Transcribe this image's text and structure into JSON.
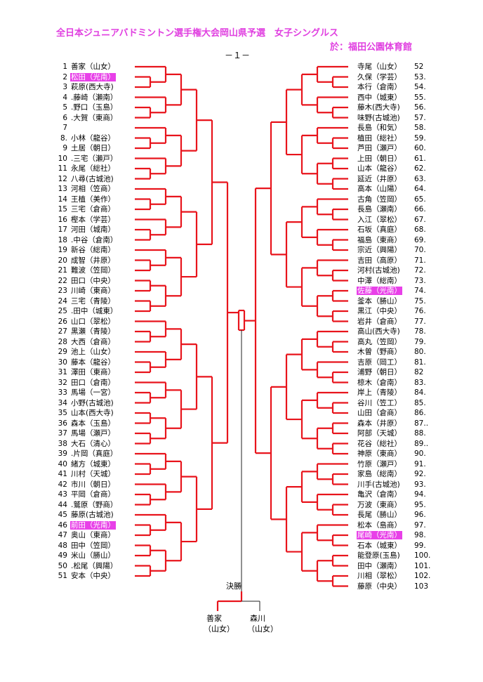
{
  "title": "全日本ジュニアバドミントン選手権大会岡山県予選　女子シングルス",
  "venue": "於：福田公園体育館",
  "page": "－１－",
  "final_label": "決勝",
  "finalists": [
    {
      "name": "善家",
      "school": "（山女）"
    },
    {
      "name": "森川",
      "school": "（山女）"
    }
  ],
  "highlight_color": "#e840e8",
  "left": [
    {
      "num": "1",
      "name": "善家（山女）",
      "hl": false
    },
    {
      "num": "2",
      "name": "松田（光南）",
      "hl": true
    },
    {
      "num": "3",
      "name": "萩原(西大寺)",
      "hl": false
    },
    {
      "num": "4",
      "name": ".藤崎（瀬南）",
      "hl": false
    },
    {
      "num": "5",
      "name": ".野口（玉島）",
      "hl": false
    },
    {
      "num": "6",
      "name": ".大賀（東商）",
      "hl": false
    },
    {
      "num": "7",
      "name": "",
      "hl": false
    },
    {
      "num": "8.",
      "name": "小林（龍谷）",
      "hl": false
    },
    {
      "num": "9",
      "name": "土居（朝日）",
      "hl": false
    },
    {
      "num": "10",
      "name": ".三宅（瀬戸）",
      "hl": false
    },
    {
      "num": "11",
      "name": "永尾（総社）",
      "hl": false
    },
    {
      "num": "12",
      "name": "八尋(古城池)",
      "hl": false
    },
    {
      "num": "13",
      "name": "河相（笠商）",
      "hl": false
    },
    {
      "num": "14",
      "name": "王植（美作）",
      "hl": false
    },
    {
      "num": "15",
      "name": "三宅（倉商）",
      "hl": false
    },
    {
      "num": "16",
      "name": "樫本（学芸）",
      "hl": false
    },
    {
      "num": "17",
      "name": "河田（城南）",
      "hl": false
    },
    {
      "num": "18",
      "name": ".中谷（倉南）",
      "hl": false
    },
    {
      "num": "19",
      "name": "新谷（総南）",
      "hl": false
    },
    {
      "num": "20",
      "name": "成智（井原）",
      "hl": false
    },
    {
      "num": "21",
      "name": "難波（笠岡）",
      "hl": false
    },
    {
      "num": "22",
      "name": "田口（中央）",
      "hl": false
    },
    {
      "num": "23",
      "name": "川崎（東商）",
      "hl": false
    },
    {
      "num": "24",
      "name": "三宅（青陵）",
      "hl": false
    },
    {
      "num": "25",
      "name": ".田中（城東）",
      "hl": false
    },
    {
      "num": "26",
      "name": "山口（翠松）",
      "hl": false
    },
    {
      "num": "27",
      "name": "黒瀬（青陵）",
      "hl": false
    },
    {
      "num": "28",
      "name": "大西（倉商）",
      "hl": false
    },
    {
      "num": "29",
      "name": "池上（山女）",
      "hl": false
    },
    {
      "num": "30",
      "name": "藤本（龍谷）",
      "hl": false
    },
    {
      "num": "31",
      "name": "澤田（東商）",
      "hl": false
    },
    {
      "num": "32",
      "name": "田口（倉南）",
      "hl": false
    },
    {
      "num": "33",
      "name": "馬場（一宮）",
      "hl": false
    },
    {
      "num": "34",
      "name": "小野(古城池)",
      "hl": false
    },
    {
      "num": "35",
      "name": "山本(西大寺)",
      "hl": false
    },
    {
      "num": "36",
      "name": "森本（玉島）",
      "hl": false
    },
    {
      "num": "37",
      "name": "馬場（瀬戸）",
      "hl": false
    },
    {
      "num": "38",
      "name": "大石（清心）",
      "hl": false
    },
    {
      "num": "39",
      "name": ".片岡（真庭）",
      "hl": false
    },
    {
      "num": "40",
      "name": "緒方（城東）",
      "hl": false
    },
    {
      "num": "41",
      "name": "川村（天城）",
      "hl": false
    },
    {
      "num": "42",
      "name": "市川（朝日）",
      "hl": false
    },
    {
      "num": "43",
      "name": "平岡（倉商）",
      "hl": false
    },
    {
      "num": "44",
      "name": ".鷲原（野商）",
      "hl": false
    },
    {
      "num": "45",
      "name": "藤原(古城池)",
      "hl": false
    },
    {
      "num": "46",
      "name": "前田（光南）",
      "hl": true
    },
    {
      "num": "47",
      "name": "奥山（東商）",
      "hl": false
    },
    {
      "num": "48",
      "name": "田中（笠岡）",
      "hl": false
    },
    {
      "num": "49",
      "name": "米山（勝山）",
      "hl": false
    },
    {
      "num": "50",
      "name": ".松尾（興陽）",
      "hl": false
    },
    {
      "num": "51",
      "name": "安本（中央）",
      "hl": false
    }
  ],
  "right": [
    {
      "num": "52",
      "name": "寺尾（山女）",
      "hl": false
    },
    {
      "num": "53.",
      "name": "久保（学芸）",
      "hl": false
    },
    {
      "num": "54.",
      "name": "本行（倉南）",
      "hl": false
    },
    {
      "num": "55.",
      "name": "西中（城東）",
      "hl": false
    },
    {
      "num": "56.",
      "name": "藤木(西大寺)",
      "hl": false
    },
    {
      "num": "57.",
      "name": "味野(古城池)",
      "hl": false
    },
    {
      "num": "58.",
      "name": "長島（和気）",
      "hl": false
    },
    {
      "num": "59.",
      "name": "植田（総社）",
      "hl": false
    },
    {
      "num": "60.",
      "name": "芦田（瀬戸）",
      "hl": false
    },
    {
      "num": "61.",
      "name": "上田（朝日）",
      "hl": false
    },
    {
      "num": "62.",
      "name": "山本（龍谷）",
      "hl": false
    },
    {
      "num": "63.",
      "name": "延近（井原）",
      "hl": false
    },
    {
      "num": "64.",
      "name": "高本（山陽）",
      "hl": false
    },
    {
      "num": "65.",
      "name": "古角（笠岡）",
      "hl": false
    },
    {
      "num": "66.",
      "name": "長島（瀬南）",
      "hl": false
    },
    {
      "num": "67.",
      "name": "入江（翠松）",
      "hl": false
    },
    {
      "num": "68.",
      "name": "石坂（真庭）",
      "hl": false
    },
    {
      "num": "69.",
      "name": "福島（東商）",
      "hl": false
    },
    {
      "num": "70.",
      "name": "宗近（興陽）",
      "hl": false
    },
    {
      "num": "71.",
      "name": "吉田（高原）",
      "hl": false
    },
    {
      "num": "72.",
      "name": "河村(古城池)",
      "hl": false
    },
    {
      "num": "73.",
      "name": "中澤（総南）",
      "hl": false
    },
    {
      "num": "74.",
      "name": "佐藤（光南）",
      "hl": true
    },
    {
      "num": "75.",
      "name": "釜本（勝山）",
      "hl": false
    },
    {
      "num": "76.",
      "name": "黒江（中央）",
      "hl": false
    },
    {
      "num": "77.",
      "name": "岩井（倉商）",
      "hl": false
    },
    {
      "num": "78.",
      "name": "高山(西大寺)",
      "hl": false
    },
    {
      "num": "79.",
      "name": "高丸（笠岡）",
      "hl": false
    },
    {
      "num": "80.",
      "name": "木曽（野商）",
      "hl": false
    },
    {
      "num": "81.",
      "name": "吉原（岡工）",
      "hl": false
    },
    {
      "num": "82",
      "name": "浦野（朝日）",
      "hl": false
    },
    {
      "num": "83.",
      "name": "椋木（倉南）",
      "hl": false
    },
    {
      "num": "84.",
      "name": "岸上（青陵）",
      "hl": false
    },
    {
      "num": "85.",
      "name": "谷川（笠工）",
      "hl": false
    },
    {
      "num": "86.",
      "name": "山田（倉商）",
      "hl": false
    },
    {
      "num": "87..",
      "name": "森本（井原）",
      "hl": false
    },
    {
      "num": "88.",
      "name": "阿部（天城）",
      "hl": false
    },
    {
      "num": "89..",
      "name": "花谷（総社）",
      "hl": false
    },
    {
      "num": "90.",
      "name": "神原（東商）",
      "hl": false
    },
    {
      "num": "91.",
      "name": "竹原（瀬戸）",
      "hl": false
    },
    {
      "num": "92.",
      "name": "家島（総南）",
      "hl": false
    },
    {
      "num": "93.",
      "name": "川手(古城池)",
      "hl": false
    },
    {
      "num": "94.",
      "name": "亀沢（倉南）",
      "hl": false
    },
    {
      "num": "95.",
      "name": "万波（東商）",
      "hl": false
    },
    {
      "num": "96.",
      "name": "長尾（勝山）",
      "hl": false
    },
    {
      "num": "97.",
      "name": "松本（島商）",
      "hl": false
    },
    {
      "num": "98.",
      "name": "尾崎（光南）",
      "hl": true
    },
    {
      "num": "99.",
      "name": "石本（城東）",
      "hl": false
    },
    {
      "num": "100.",
      "name": "能登原(玉島)",
      "hl": false
    },
    {
      "num": "101.",
      "name": "田中（瀬南）",
      "hl": false
    },
    {
      "num": "102.",
      "name": "川相（翠松）",
      "hl": false
    },
    {
      "num": "103",
      "name": "藤原（中央）",
      "hl": false
    }
  ]
}
